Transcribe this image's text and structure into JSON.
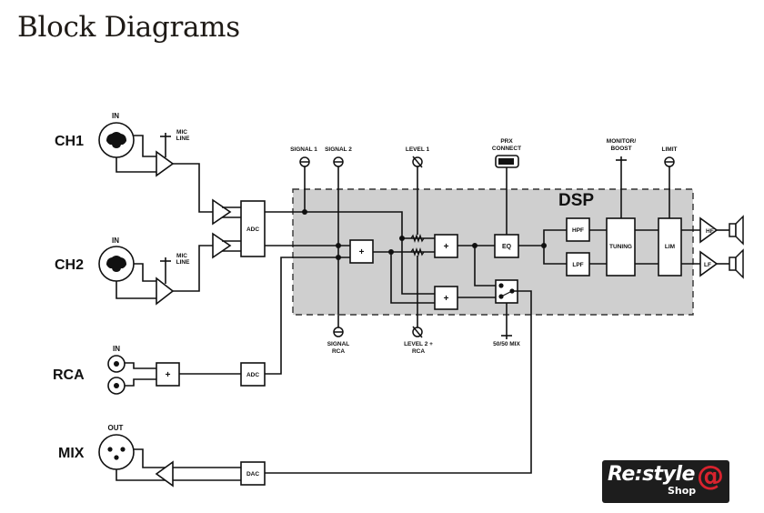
{
  "page": {
    "title": "Block Diagrams"
  },
  "diagram": {
    "inputs": {
      "ch1": {
        "label": "CH1",
        "connector_label": "IN",
        "switch_label_1": "MIC",
        "switch_label_2": "LINE"
      },
      "ch2": {
        "label": "CH2",
        "connector_label": "IN",
        "switch_label_1": "MIC",
        "switch_label_2": "LINE"
      },
      "rca": {
        "label": "RCA",
        "connector_label": "IN"
      },
      "mix": {
        "label": "MIX",
        "connector_label": "OUT"
      }
    },
    "blocks": {
      "adc_main": "ADC",
      "adc_rca": "ADC",
      "dac": "DAC",
      "sum_rca": "+",
      "sum_signal": "+",
      "sum_level": "+",
      "sum_mix": "+",
      "eq": "EQ",
      "hpf": "HPF",
      "lpf": "LPF",
      "tuning": "TUNING",
      "lim": "LIM",
      "dsp": "DSP"
    },
    "controls": {
      "signal1": "SIGNAL 1",
      "signal2": "SIGNAL 2",
      "level1": "LEVEL 1",
      "prx_1": "PRX",
      "prx_2": "CONNECT",
      "monitor_1": "MONITOR/",
      "monitor_2": "BOOST",
      "limit": "LIMIT",
      "signal_rca_1": "SIGNAL",
      "signal_rca_2": "RCA",
      "level2_1": "LEVEL 2 +",
      "level2_2": "RCA",
      "mix5050": "50/50 MIX"
    },
    "outputs": {
      "hf": "HF",
      "lf": "LF"
    }
  },
  "logo": {
    "main": "Re:style",
    "sub": "Shop",
    "mark": "@",
    "accent_color": "#d9232e"
  }
}
